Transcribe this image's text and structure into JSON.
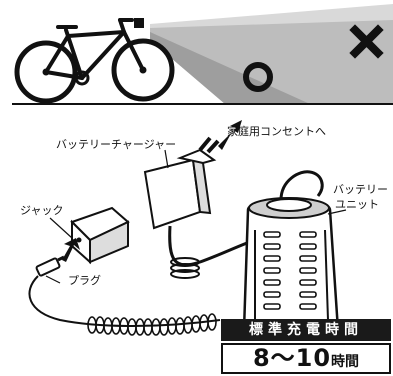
{
  "labels": {
    "battery_charger": "バッテリーチャージャー",
    "to_outlet": "家庭用コンセントへ",
    "jack": "ジャック",
    "battery_unit_line1": "バッテリー",
    "battery_unit_line2": "ユニット",
    "plug": "プラグ"
  },
  "marks": {
    "forbidden": "×",
    "ok": "○"
  },
  "charge_time": {
    "heading": "標準充電時間",
    "value": "8～10",
    "unit": "時間"
  }
}
